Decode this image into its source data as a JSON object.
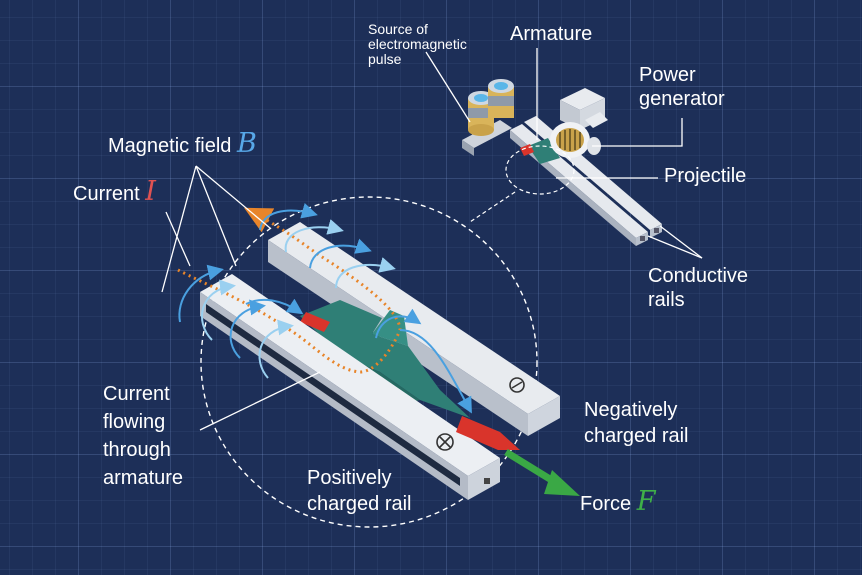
{
  "labels": {
    "source": [
      "Source of",
      "electromagnetic",
      "pulse"
    ],
    "armature": "Armature",
    "power": [
      "Power",
      "generator"
    ],
    "projectile": "Projectile",
    "conductive": [
      "Conductive",
      "rails"
    ],
    "magnetic_field": "Magnetic field ",
    "magnetic_symbol": "B",
    "current": "Current ",
    "current_symbol": "I",
    "flowing": [
      "Current",
      "flowing",
      "through",
      "armature"
    ],
    "negative": [
      "Negatively",
      "charged rail"
    ],
    "positive": [
      "Positively",
      "charged rail"
    ],
    "force": "Force ",
    "force_symbol": "F"
  },
  "colors": {
    "background": "#1d2f58",
    "rail": "#e6e9ee",
    "armature": "#2f7f76",
    "projectile": "#d9342b",
    "current": "#e8852a",
    "field": "#4aa0e0",
    "force": "#3aa845"
  }
}
